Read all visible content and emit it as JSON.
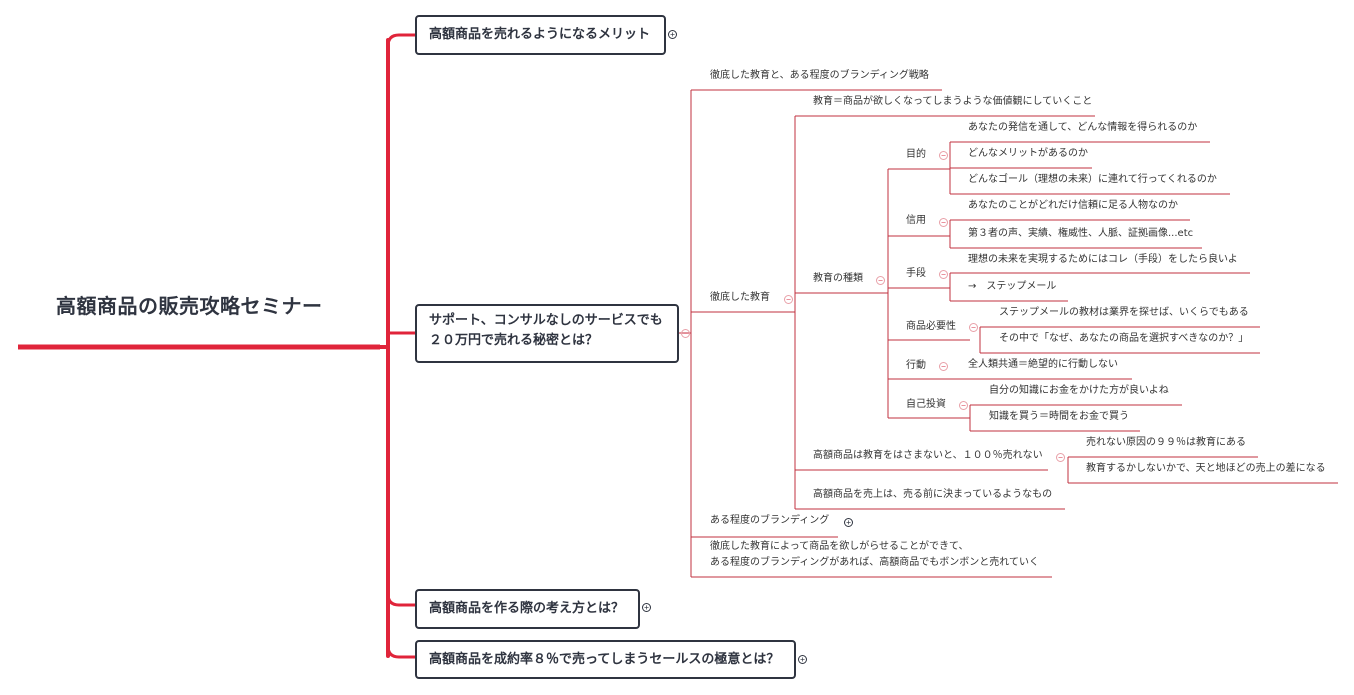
{
  "root": {
    "title": "高額商品の販売攻略セミナー"
  },
  "branches": {
    "b1": "高額商品を売れるようになるメリット",
    "b2_line1": "サポート、コンサルなしのサービスでも",
    "b2_line2": "２０万円で売れる秘密とは？",
    "b3": "高額商品を作る際の考え方とは？",
    "b4": "高額商品を成約率８％で売ってしまうセールスの極意とは？"
  },
  "nodes": {
    "n_strategy": "徹底した教育と、ある程度のブランディング戦略",
    "n_education": "徹底した教育",
    "n_edu_def": "教育＝商品が欲しくなってしまうような価値観にしていくこと",
    "n_edu_types": "教育の種類",
    "n_purpose": "目的",
    "n_purpose_1": "あなたの発信を通して、どんな情報を得られるのか",
    "n_purpose_2": "どんなメリットがあるのか",
    "n_purpose_3": "どんなゴール（理想の未来）に連れて行ってくれるのか",
    "n_trust": "信用",
    "n_trust_1": "あなたのことがどれだけ信頼に足る人物なのか",
    "n_trust_2": "第３者の声、実績、権威性、人脈、証拠画像...etc",
    "n_means": "手段",
    "n_means_1": "理想の未来を実現するためにはコレ（手段）をしたら良いよ",
    "n_means_2": "→　ステップメール",
    "n_necessity": "商品必要性",
    "n_necessity_1": "ステップメールの教材は業界を探せば、いくらでもある",
    "n_necessity_2": "その中で「なぜ、あなたの商品を選択すべきなのか？」",
    "n_action": "行動",
    "n_action_1": "全人類共通＝絶望的に行動しない",
    "n_invest": "自己投資",
    "n_invest_1": "自分の知識にお金をかけた方が良いよね",
    "n_invest_2": "知識を買う＝時間をお金で買う",
    "n_must_edu": "高額商品は教育をはさまないと、１００％売れない",
    "n_must_edu_1": "売れない原因の９９％は教育にある",
    "n_must_edu_2": "教育するかしないかで、天と地ほどの売上の差になる",
    "n_decided": "高額商品を売上は、売る前に決まっているようなもの",
    "n_branding": "ある程度のブランディング",
    "n_summary_1": "徹底した教育によって商品を欲しがらせることができて、",
    "n_summary_2": "ある程度のブランディングがあれば、高額商品でもボンボンと売れていく"
  },
  "toggles": {
    "expand": "+",
    "collapse": "−"
  },
  "colors": {
    "accent": "#e0243a",
    "line": "#c0303f",
    "node_border": "#2f3440",
    "text": "#333333"
  }
}
